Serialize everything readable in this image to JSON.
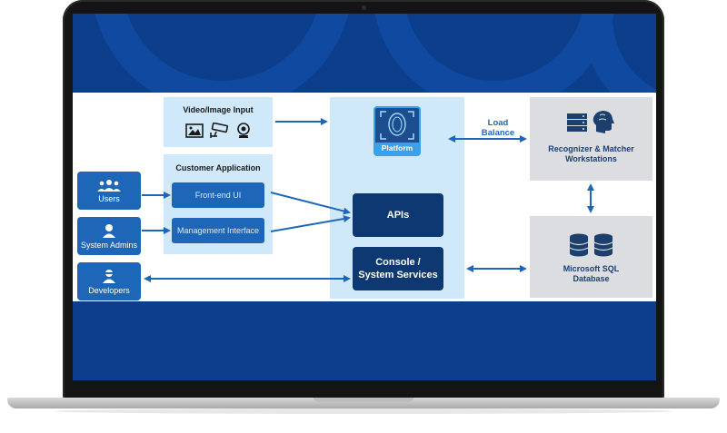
{
  "diagram": {
    "video_input": {
      "title": "Video/Image Input"
    },
    "customer_app": {
      "title": "Customer Application",
      "frontend_label": "Front-end UI",
      "management_label": "Management Interface"
    },
    "actors": {
      "users": "Users",
      "system_admins": "System Admins",
      "developers": "Developers"
    },
    "platform": {
      "label": "Platform",
      "apis": "APIs",
      "console_line1": "Console /",
      "console_line2": "System Services"
    },
    "load_balance": {
      "line1": "Load",
      "line2": "Balance"
    },
    "recognizer": {
      "line1": "Recognizer & Matcher",
      "line2": "Workstations"
    },
    "database": {
      "line1": "Microsoft SQL",
      "line2": "Database"
    }
  },
  "colors": {
    "primary_blue": "#1e67b8",
    "dark_blue": "#0e3872",
    "light_panel": "#cfe9fa",
    "gray_panel": "#dcdde0",
    "screen_blue": "#0c3e8c"
  }
}
